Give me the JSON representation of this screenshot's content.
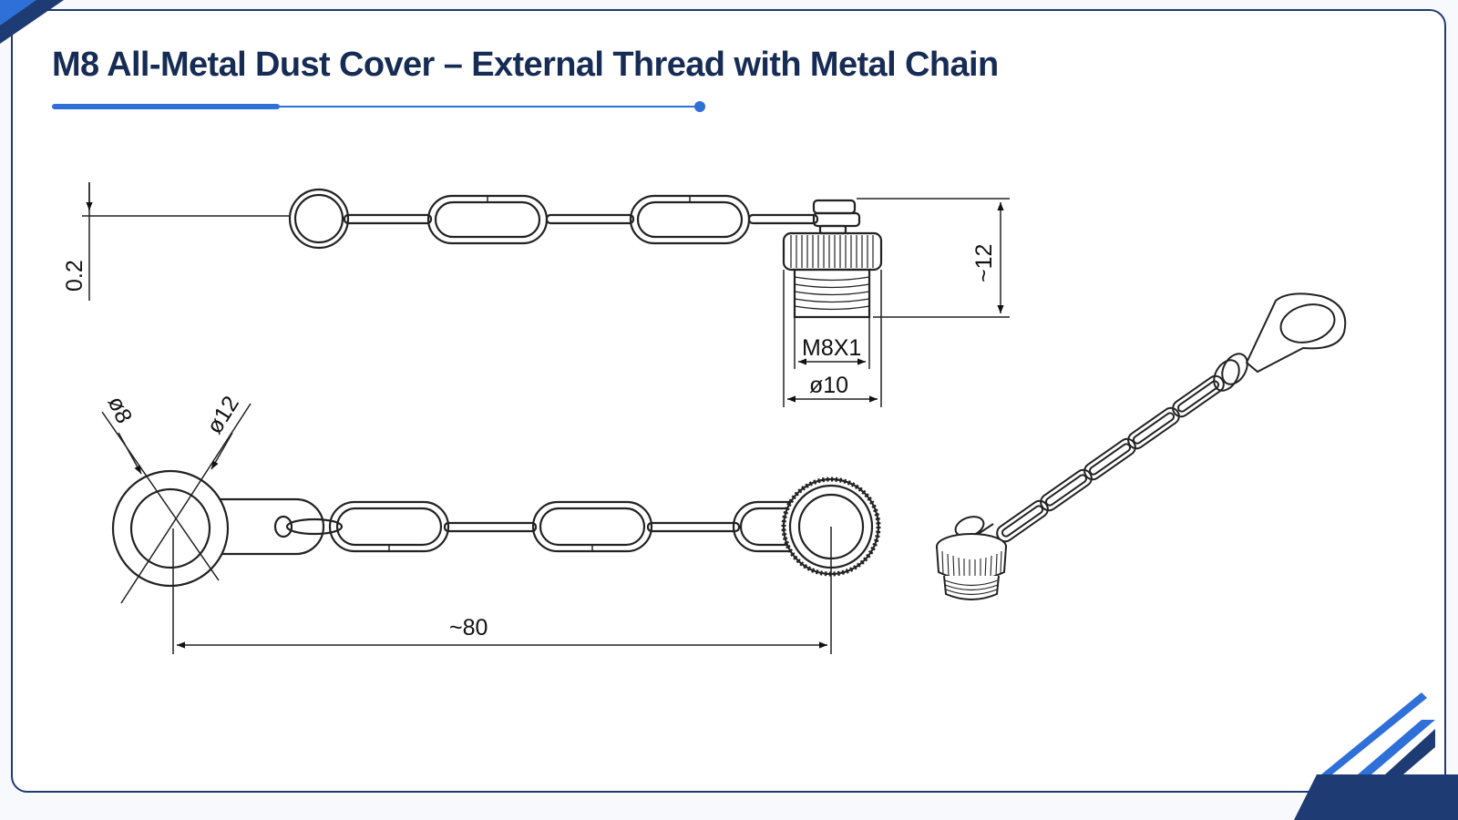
{
  "title": "M8 All-Metal Dust Cover – External Thread with Metal Chain",
  "colors": {
    "navy": "#1f3b73",
    "accent_blue": "#2f6fd8",
    "line": "#222222"
  },
  "dimensions": {
    "thickness": "0.2",
    "height": "~12",
    "thread": "M8X1",
    "cap_diameter": "ø10",
    "ring_inner_diameter": "ø8",
    "ring_outer_diameter": "ø12",
    "length": "~80"
  }
}
